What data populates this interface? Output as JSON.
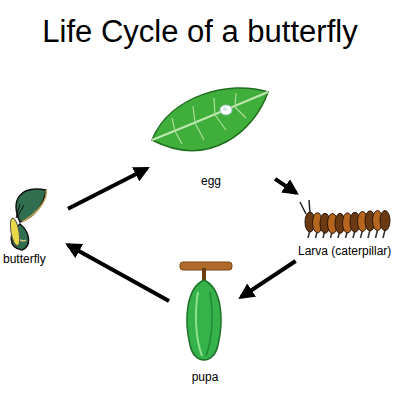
{
  "diagram": {
    "title": "Life Cycle of a butterfly",
    "nodes": [
      {
        "text": [
          "egg"
        ]
      },
      {
        "text": [
          "Larva (caterpillar)"
        ]
      },
      {
        "text": [
          "pupa"
        ]
      },
      {
        "text": [
          "butterfly"
        ]
      }
    ],
    "edges": [
      {
        "from": 0,
        "to": 1,
        "arrow": "to"
      },
      {
        "from": 1,
        "to": 2,
        "arrow": "to"
      },
      {
        "from": 2,
        "to": 3,
        "arrow": "to"
      },
      {
        "from": 3,
        "to": 0,
        "arrow": "to"
      }
    ]
  }
}
